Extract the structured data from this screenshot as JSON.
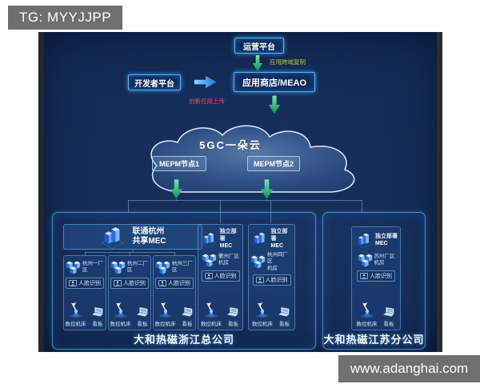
{
  "overlay": {
    "tg_label": "TG: MYYJJPP",
    "watermark": "www.adanghai.com"
  },
  "flow": {
    "operation_platform": "运营平台",
    "developer_platform": "开发者平台",
    "app_store": "应用商店/MEAO",
    "cross_domain_label": "应用跨域复制",
    "upload_label": "创新应用上传"
  },
  "cloud": {
    "title": "5GC一朵云",
    "node1": "MEPM节点1",
    "node2": "MEPM节点2"
  },
  "left_panel": {
    "header_line1": "联通杭州",
    "header_line2": "共享MEC",
    "footer": "大和热磁浙江总公司"
  },
  "right_panel": {
    "footer": "大和热磁江苏分公司"
  },
  "common": {
    "face": "人脸识别",
    "cnc": "数控机床",
    "kanban": "看板",
    "independent_line1": "独立部署",
    "independent_line2": "MEC"
  },
  "plants": [
    {
      "name": "杭州一厂区"
    },
    {
      "name": "杭州二厂区"
    },
    {
      "name": "杭州三厂区"
    },
    {
      "name": "衢州厂区",
      "sub": "机房"
    },
    {
      "name": "杭州四厂区",
      "sub": "机房"
    },
    {
      "name": "苏州厂区",
      "sub": "机房"
    }
  ],
  "colors": {
    "accent": "#4fb3f0",
    "green_arrow": "#2fbf71",
    "blue_arrow": "#2e86de",
    "warn_text": "#b9c84d",
    "alert_text": "#e0584a",
    "panel_bg": "#122a54",
    "overlay_bg": "#6f6f6f"
  }
}
